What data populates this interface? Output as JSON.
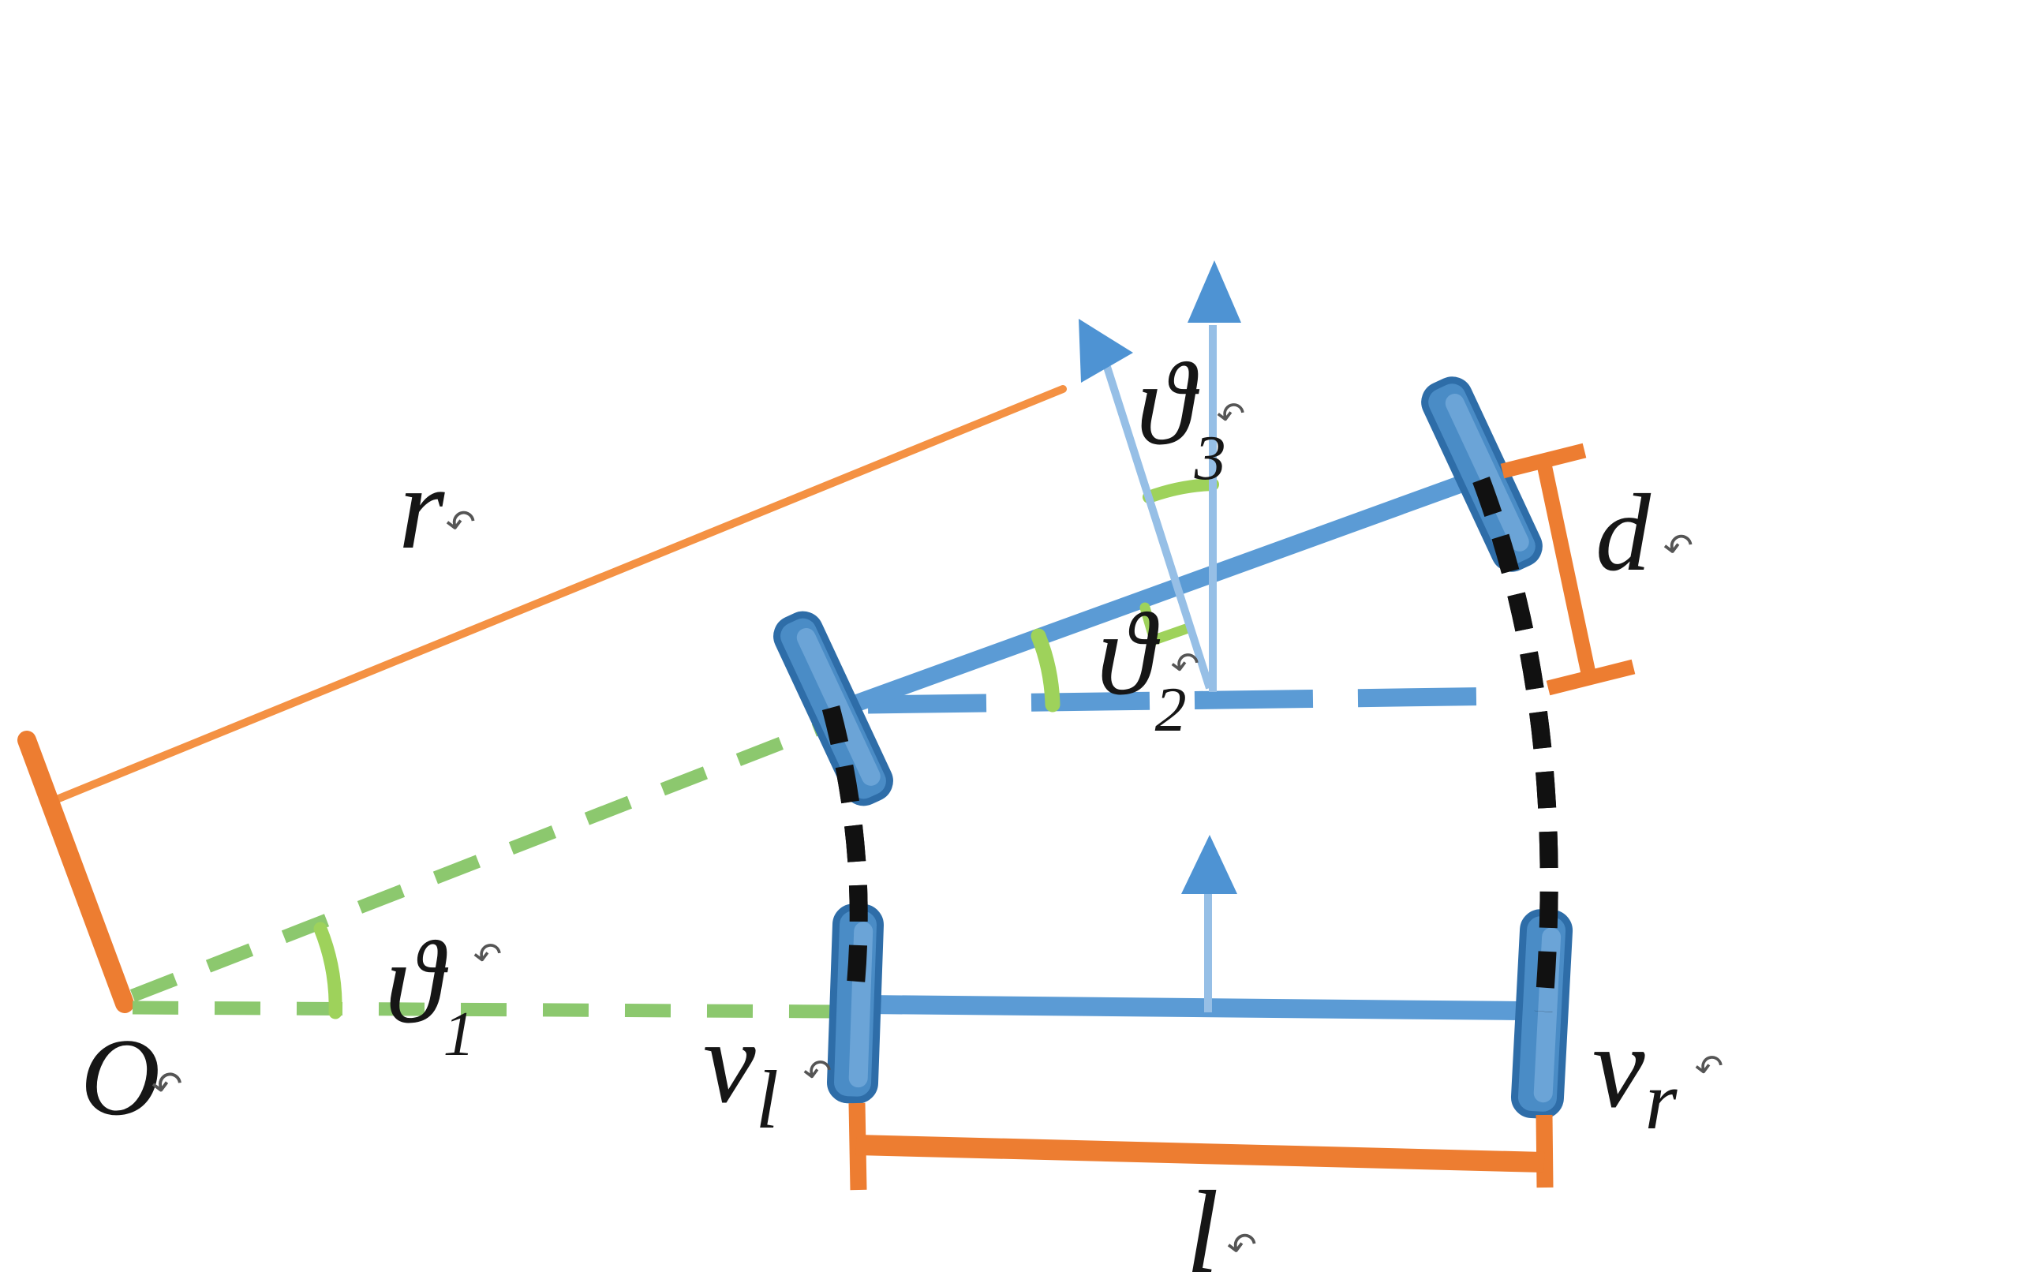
{
  "colors": {
    "background": "#FFFFFF",
    "blue": "#5B9BD5",
    "blue-light": "#96BFE6",
    "blue-head": "#4E93D3",
    "wheel-fill": "#4A8CC6",
    "wheel-border": "#2E6DA8",
    "wheel-inner": "#6FA6D8",
    "green-dash": "#8CC86E",
    "green-accent": "#9ED25B",
    "orange": "#ED7D31",
    "orange-light": "#F49143",
    "ink": "#161616",
    "mark": "#555555"
  },
  "labels": {
    "radius": "r",
    "origin": "O",
    "wheel_distance": "d",
    "axle_length": "l",
    "theta1": {
      "base": "ϑ",
      "sub": "1"
    },
    "theta2": {
      "base": "ϑ",
      "sub": "2"
    },
    "theta3": {
      "base": "ϑ",
      "sub": "3"
    },
    "velocity_left": {
      "base": "v",
      "sub": "l"
    },
    "velocity_right": {
      "base": "v",
      "sub": "r"
    },
    "return_mark": "↶"
  }
}
